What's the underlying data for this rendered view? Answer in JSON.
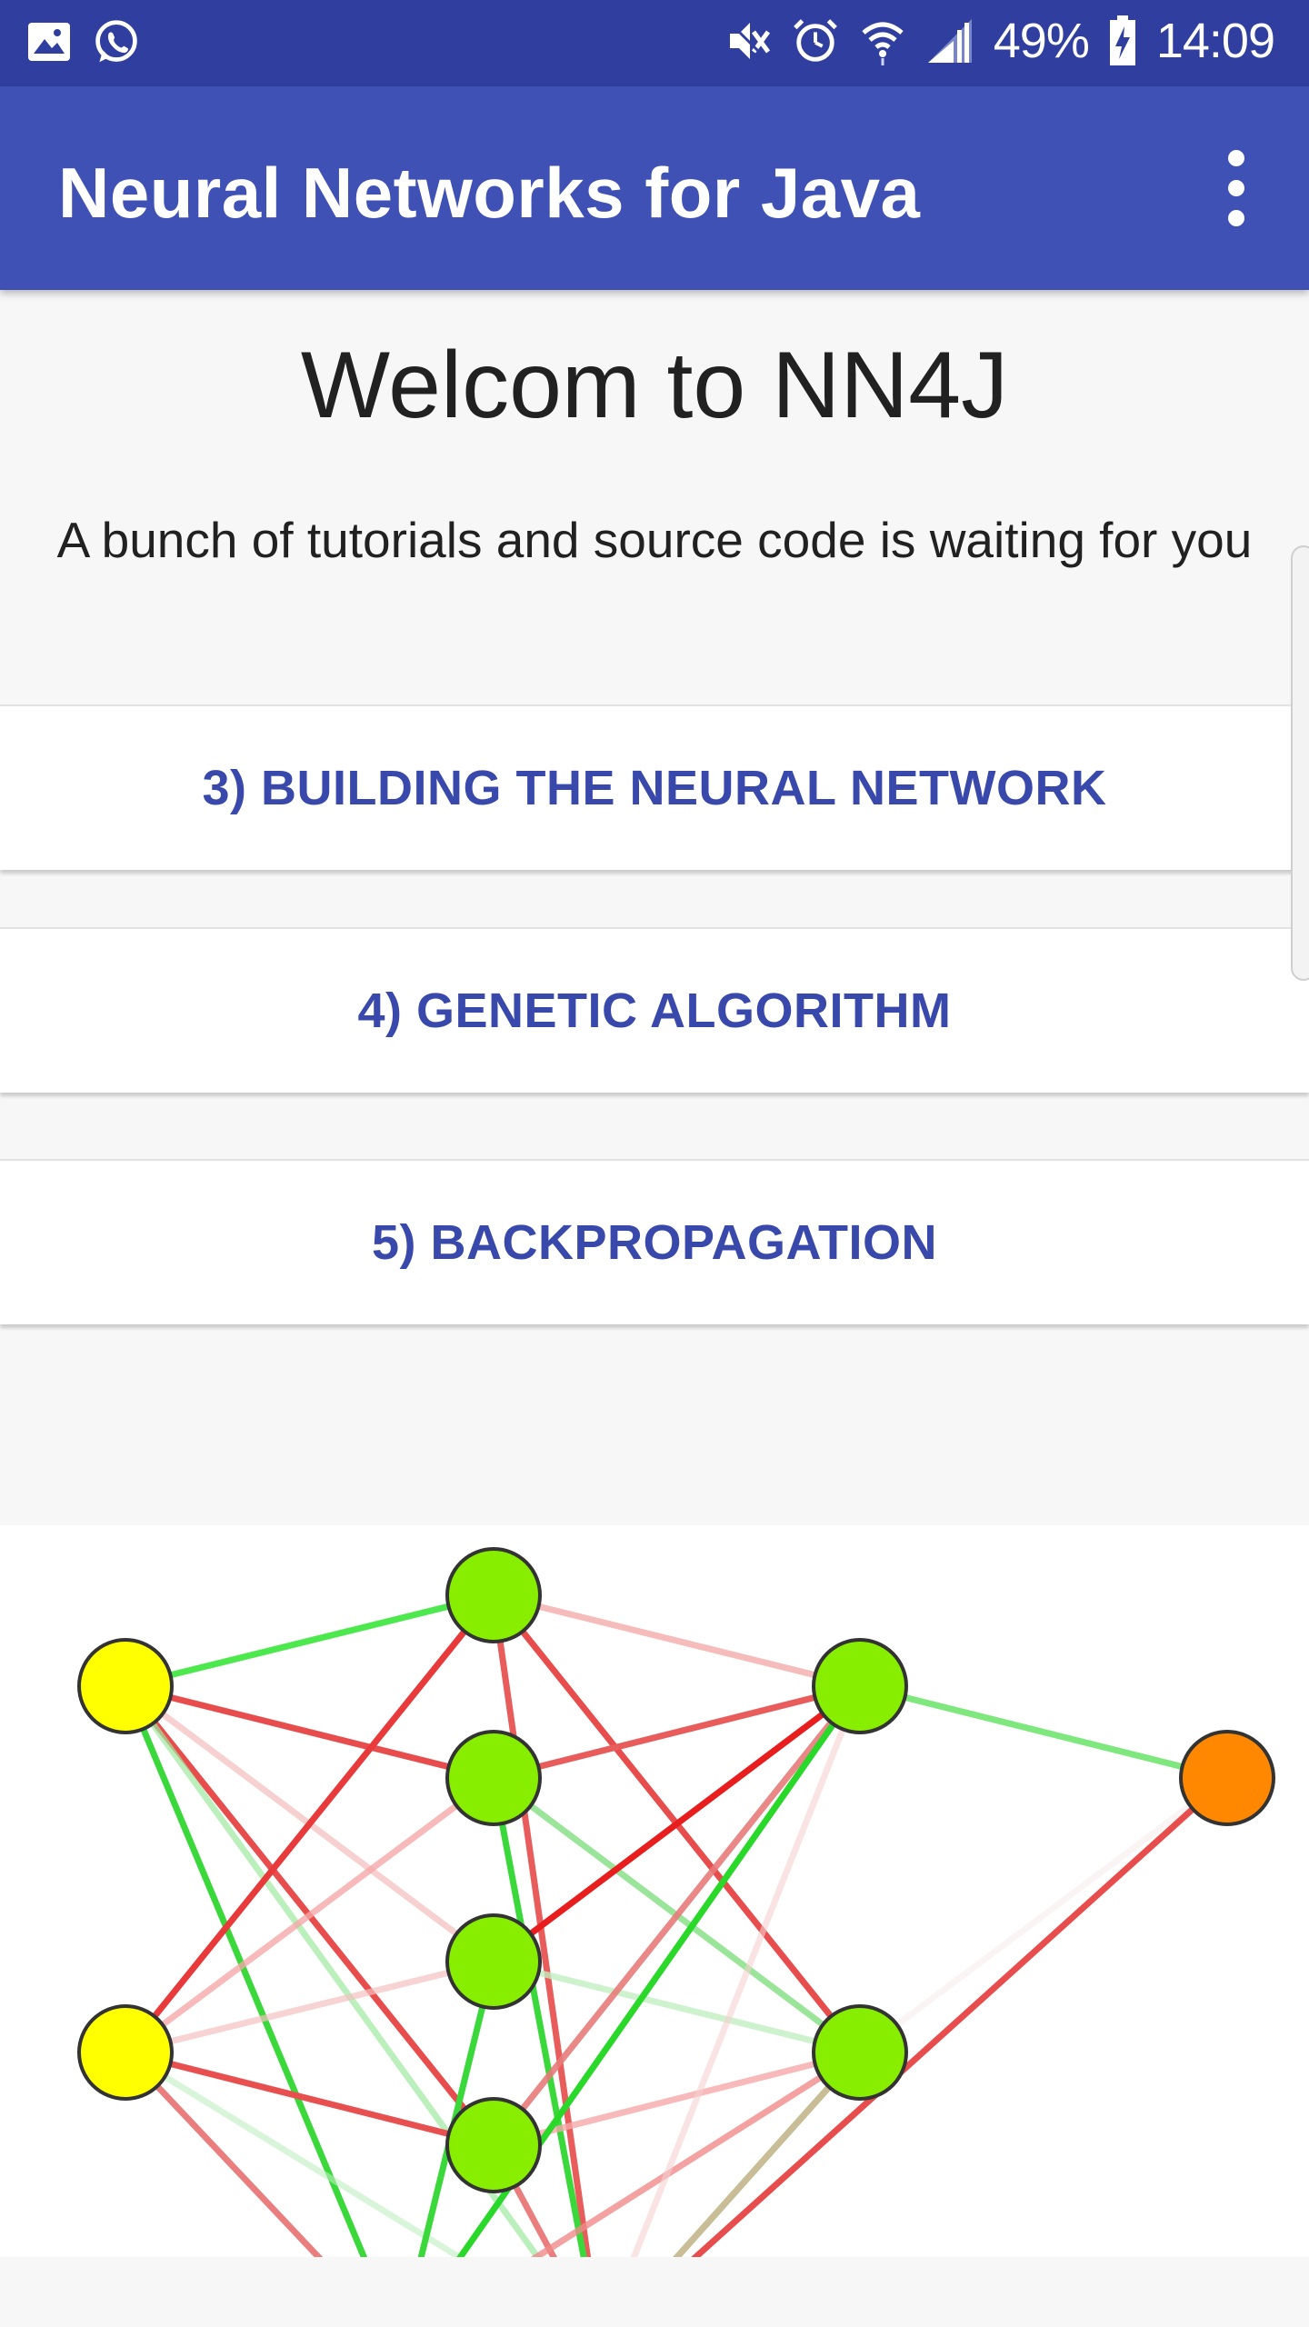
{
  "status_bar": {
    "battery": "49%",
    "time": "14:09"
  },
  "app_bar": {
    "title": "Neural Networks for Java"
  },
  "main": {
    "welcome": "Welcom to NN4J",
    "subtitle": "A bunch of tutorials and source code is waiting for you",
    "tutorials": [
      {
        "label": "3) BUILDING THE NEURAL NETWORK"
      },
      {
        "label": "4) GENETIC ALGORITHM"
      },
      {
        "label": "5) BACKPROPAGATION"
      }
    ]
  },
  "colors": {
    "status_bar": "#303f9f",
    "app_bar": "#3f51b5",
    "accent_text": "#3949ab",
    "input_node": "#ffff00",
    "hidden_node": "#88ee00",
    "output_node": "#ff8800"
  },
  "icons": {
    "status_left": [
      "gallery-icon",
      "whatsapp-icon"
    ],
    "status_right": [
      "mute-icon",
      "alarm-icon",
      "wifi-icon",
      "signal-icon",
      "battery-icon"
    ],
    "app_bar": "overflow-menu-icon"
  }
}
